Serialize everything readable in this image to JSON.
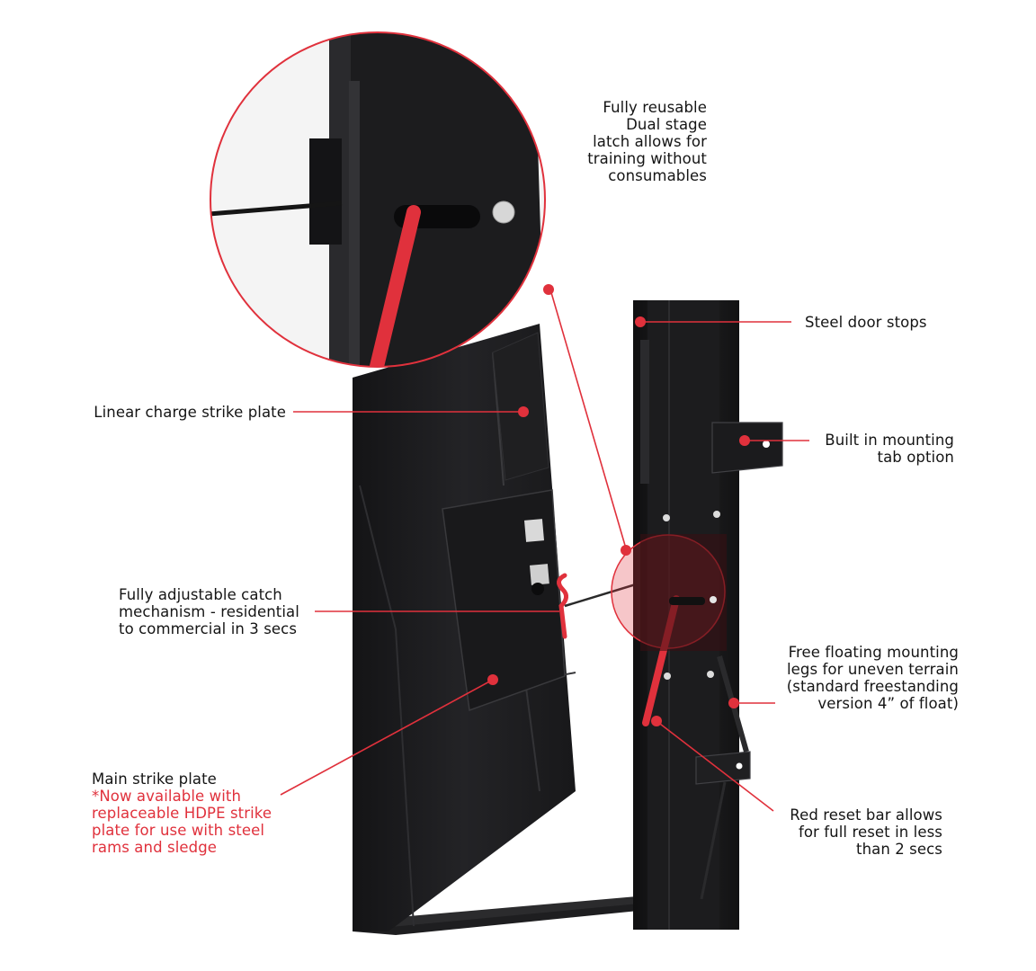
{
  "colors": {
    "accent": "#e0313c",
    "steel": "#1c1c1e",
    "background": "#ffffff"
  },
  "callouts": {
    "latch": {
      "lines": [
        "Fully reusable",
        "Dual stage",
        "latch allows for",
        "training without",
        "consumables"
      ]
    },
    "door_stops": {
      "lines": [
        "Steel door stops"
      ]
    },
    "linear_plate": {
      "lines": [
        "Linear charge strike plate"
      ]
    },
    "mounting_tab": {
      "lines": [
        "Built in mounting",
        "tab option"
      ]
    },
    "catch": {
      "lines": [
        "Fully adjustable catch",
        "mechanism - residential",
        "to commercial in 3 secs"
      ]
    },
    "legs": {
      "lines": [
        "Free floating mounting",
        "legs for uneven terrain",
        "(standard freestanding",
        "version 4” of float)"
      ]
    },
    "main_plate": {
      "title": "Main strike plate",
      "note_lines": [
        "*Now available with",
        "replaceable HDPE strike",
        "plate for use with steel",
        "rams and sledge"
      ]
    },
    "reset_bar": {
      "lines": [
        "Red reset bar allows",
        "for full reset in less",
        "than 2 secs"
      ]
    }
  }
}
